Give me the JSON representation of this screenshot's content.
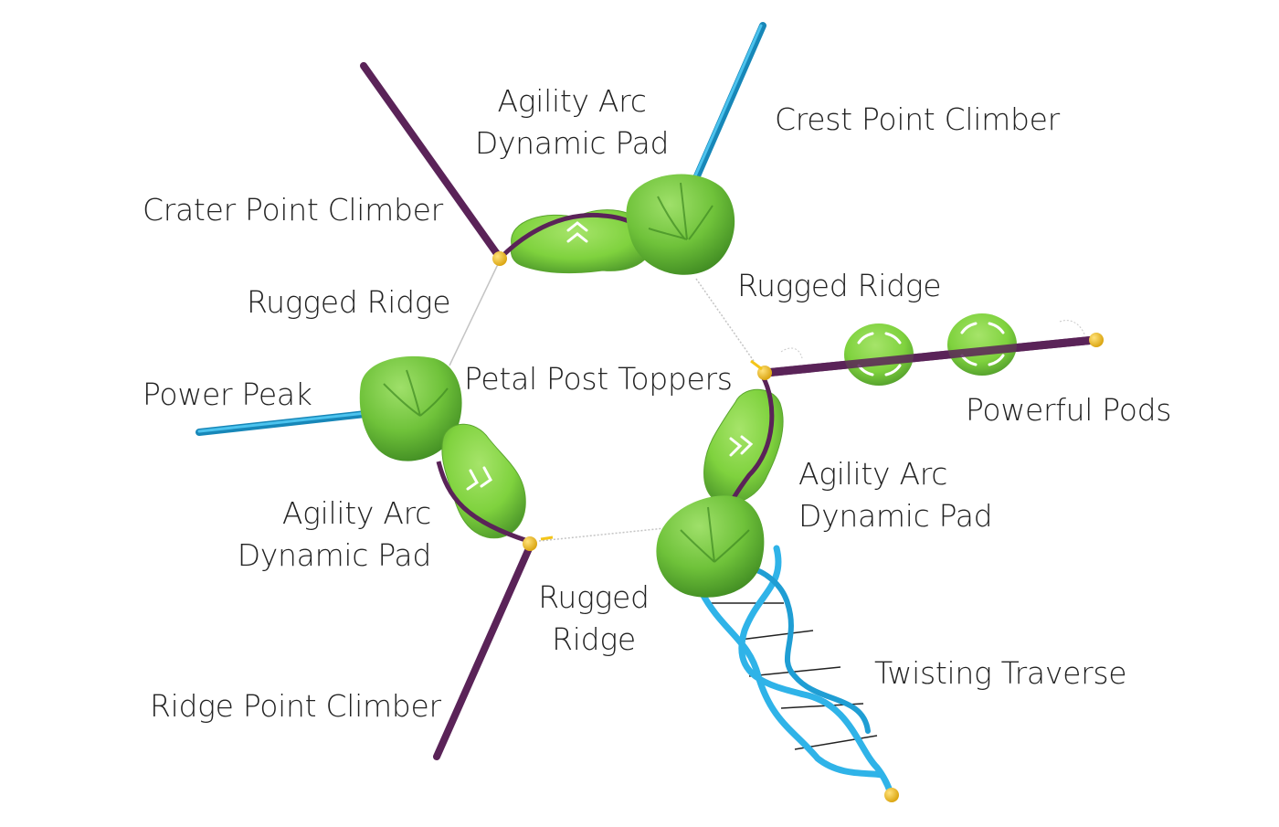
{
  "labels": {
    "agility_top": {
      "line1": "Agility Arc",
      "line2": "Dynamic Pad"
    },
    "crest_point_climber": "Crest Point Climber",
    "crater_point_climber": "Crater Point Climber",
    "rugged_ridge_right": "Rugged Ridge",
    "rugged_ridge_left": "Rugged Ridge",
    "power_peak": "Power Peak",
    "petal_post_toppers": "Petal Post Toppers",
    "powerful_pods": "Powerful Pods",
    "agility_right": {
      "line1": "Agility Arc",
      "line2": "Dynamic Pad"
    },
    "agility_left": {
      "line1": "Agility Arc",
      "line2": "Dynamic Pad"
    },
    "rugged_ridge_bottom": {
      "line1": "Rugged",
      "line2": "Ridge"
    },
    "twisting_traverse": "Twisting Traverse",
    "ridge_point_climber": "Ridge Point Climber"
  },
  "colors": {
    "climber_purple": "#5a2358",
    "peak_blue": "#1ba0d6",
    "pad_green": "#7fd23e",
    "pad_green_dark": "#4f9a2b",
    "post_yellow": "#f4c51a",
    "rope_gray": "#bdbdbd",
    "traverse_blue": "#2fb3e8"
  }
}
